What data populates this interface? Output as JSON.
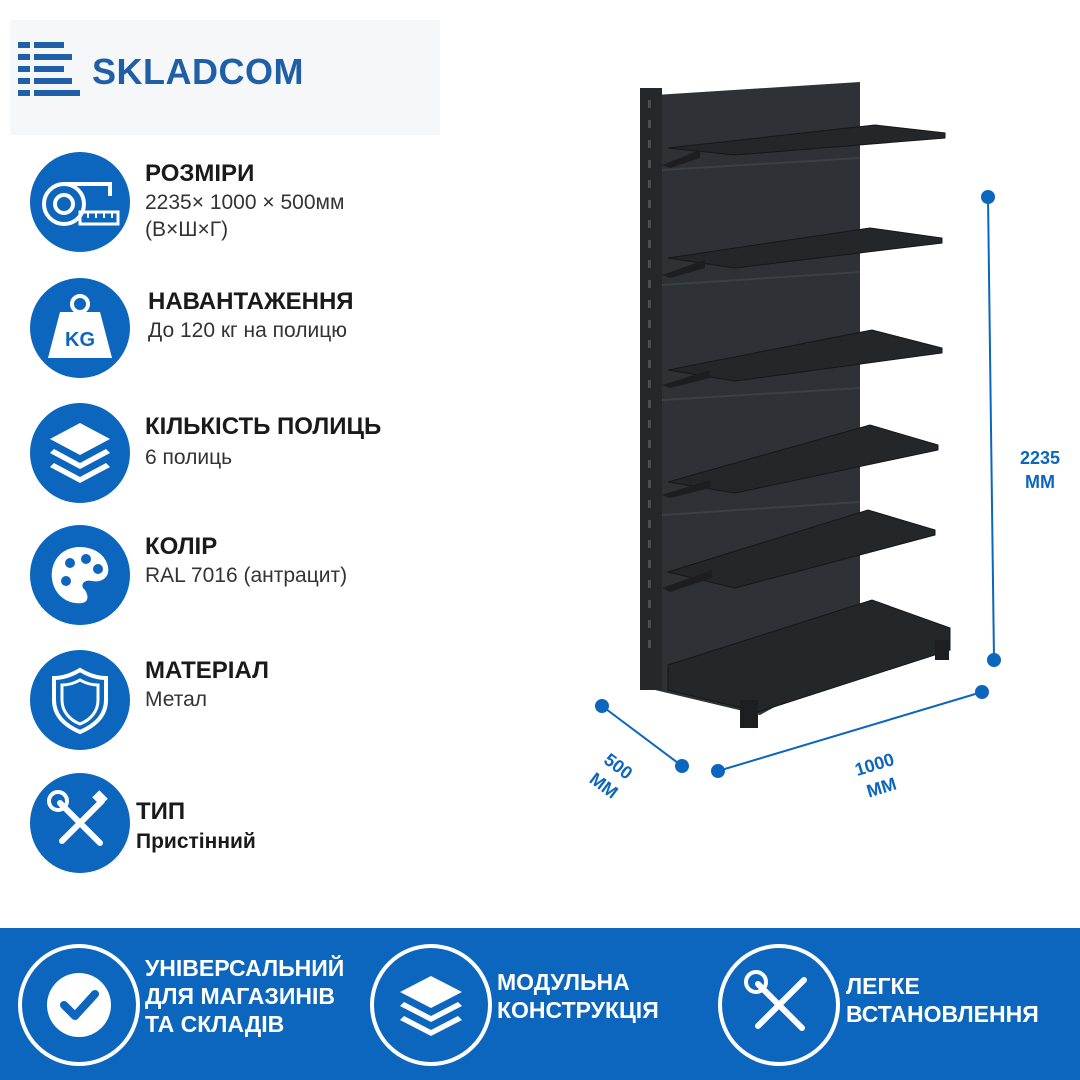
{
  "brand": {
    "name": "SKLADCOM"
  },
  "features": [
    {
      "title": "РОЗМІРИ",
      "lines": [
        "2235× 1000 × 500мм",
        "(В×Ш×Г)"
      ],
      "icon": "tape-measure-icon"
    },
    {
      "title": "НАВАНТАЖЕННЯ",
      "lines": [
        "До 120 кг на полицю"
      ],
      "icon": "kg-weight-icon",
      "icon_text": "KG"
    },
    {
      "title": "КІЛЬКІСТЬ ПОЛИЦЬ",
      "lines": [
        "6 полиць"
      ],
      "icon": "layers-icon"
    },
    {
      "title": "КОЛІР",
      "lines": [
        "RAL 7016 (антрацит)"
      ],
      "icon": "palette-icon"
    },
    {
      "title": "МАТЕРІАЛ",
      "lines": [
        "Метал"
      ],
      "icon": "shield-icon"
    },
    {
      "title": "ТИП",
      "lines": [
        "Пристінний"
      ],
      "icon": "tools-icon"
    }
  ],
  "dimensions": {
    "height": [
      "2235",
      "ММ"
    ],
    "width": [
      "1000",
      "ММ"
    ],
    "depth": [
      "500",
      "ММ"
    ]
  },
  "banner": [
    {
      "lines": [
        "УНІВЕРСАЛЬНИЙ",
        "ДЛЯ МАГАЗИНІВ",
        "ТА СКЛАДІВ"
      ],
      "icon": "checkmark-icon"
    },
    {
      "lines": [
        "МОДУЛЬНА",
        "КОНСТРУКЦІЯ"
      ],
      "icon": "layers-icon"
    },
    {
      "lines": [
        "ЛЕГКЕ",
        "ВСТАНОВЛЕННЯ"
      ],
      "icon": "tools-icon"
    }
  ],
  "colors": {
    "accent": "#0d66bd",
    "shelf": "#2b2f33",
    "text": "#1a1a1a"
  }
}
